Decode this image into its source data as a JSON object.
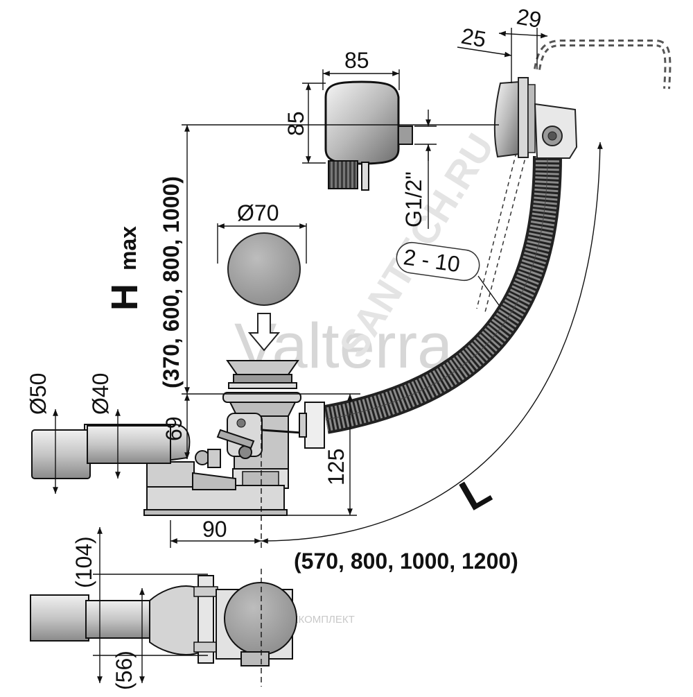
{
  "watermark": {
    "brand": "Valterra",
    "site": "SANTECH.RU",
    "footer": "САНТЕХКОМПЛЕКТ"
  },
  "dimensions": {
    "top_29": "29",
    "top_25": "25",
    "box_width": "85",
    "box_height": "85",
    "thread": "G1/2\"",
    "cap_diameter": "Ø70",
    "gap": "2 - 10",
    "h_letter": "H",
    "h_sub": "max",
    "h_values": "(370, 600, 800, 1000)",
    "d50": "Ø50",
    "d40": "Ø40",
    "v69": "69",
    "v125": "125",
    "h90": "90",
    "l_letter": "L",
    "l_values": "(570, 800, 1000, 1200)",
    "v104": "(104)",
    "v56": "(56)"
  }
}
